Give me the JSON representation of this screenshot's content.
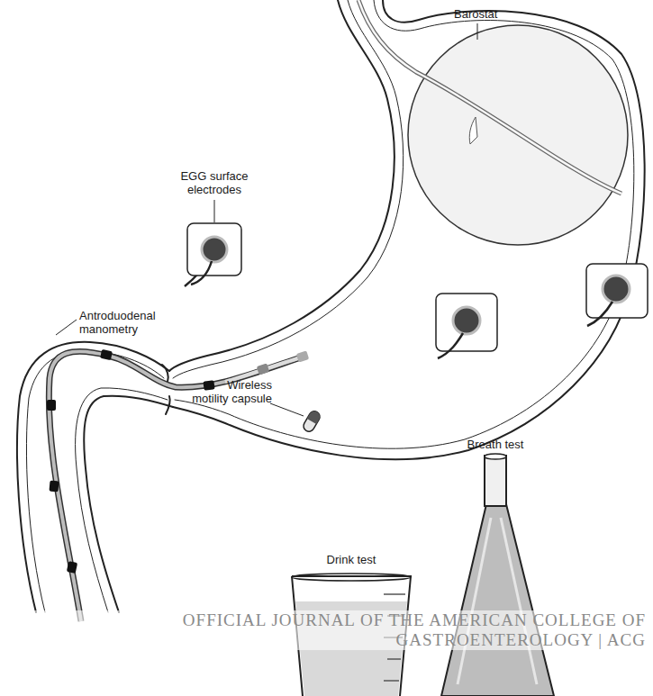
{
  "diagram": {
    "labels": [
      "Barostat",
      "EGG surface electrodes",
      "Wireless motility capsule",
      "Antroduodenal manometry",
      "Breath test",
      "Drink test",
      "OFFICIAL JOURNAL OF THE AMERICAN COLLEGE OF GASTROENTEROLOGY | ACG"
    ]
  }
}
